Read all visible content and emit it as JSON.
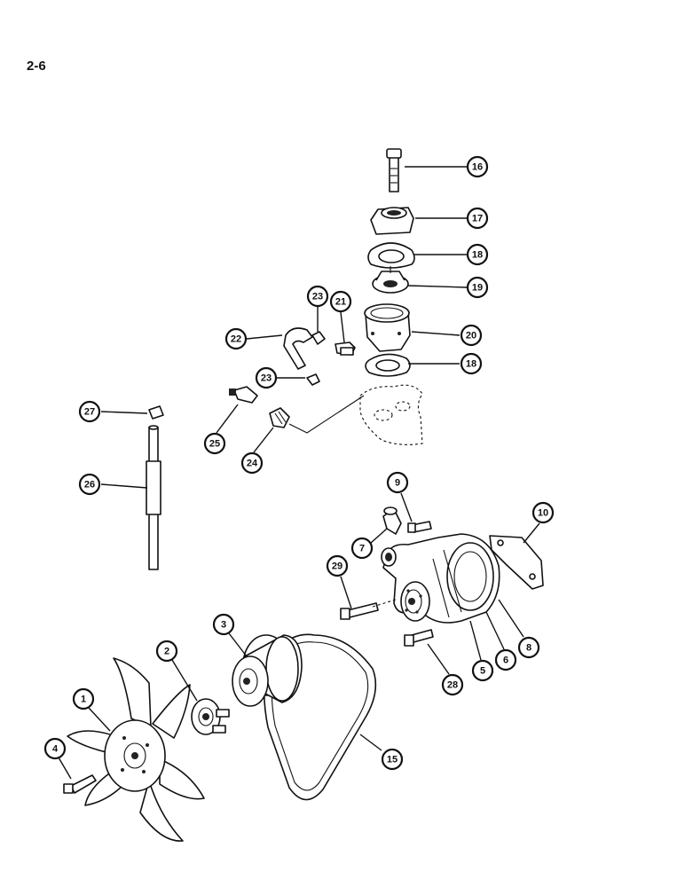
{
  "page": {
    "number": "2-6"
  },
  "callouts": [
    {
      "label": "16"
    },
    {
      "label": "17"
    },
    {
      "label": "18"
    },
    {
      "label": "19"
    },
    {
      "label": "20"
    },
    {
      "label": "18"
    },
    {
      "label": "21"
    },
    {
      "label": "23"
    },
    {
      "label": "22"
    },
    {
      "label": "23"
    },
    {
      "label": "27"
    },
    {
      "label": "25"
    },
    {
      "label": "24"
    },
    {
      "label": "26"
    },
    {
      "label": "9"
    },
    {
      "label": "10"
    },
    {
      "label": "7"
    },
    {
      "label": "29"
    },
    {
      "label": "8"
    },
    {
      "label": "6"
    },
    {
      "label": "5"
    },
    {
      "label": "28"
    },
    {
      "label": "3"
    },
    {
      "label": "2"
    },
    {
      "label": "1"
    },
    {
      "label": "4"
    },
    {
      "label": "15"
    }
  ]
}
